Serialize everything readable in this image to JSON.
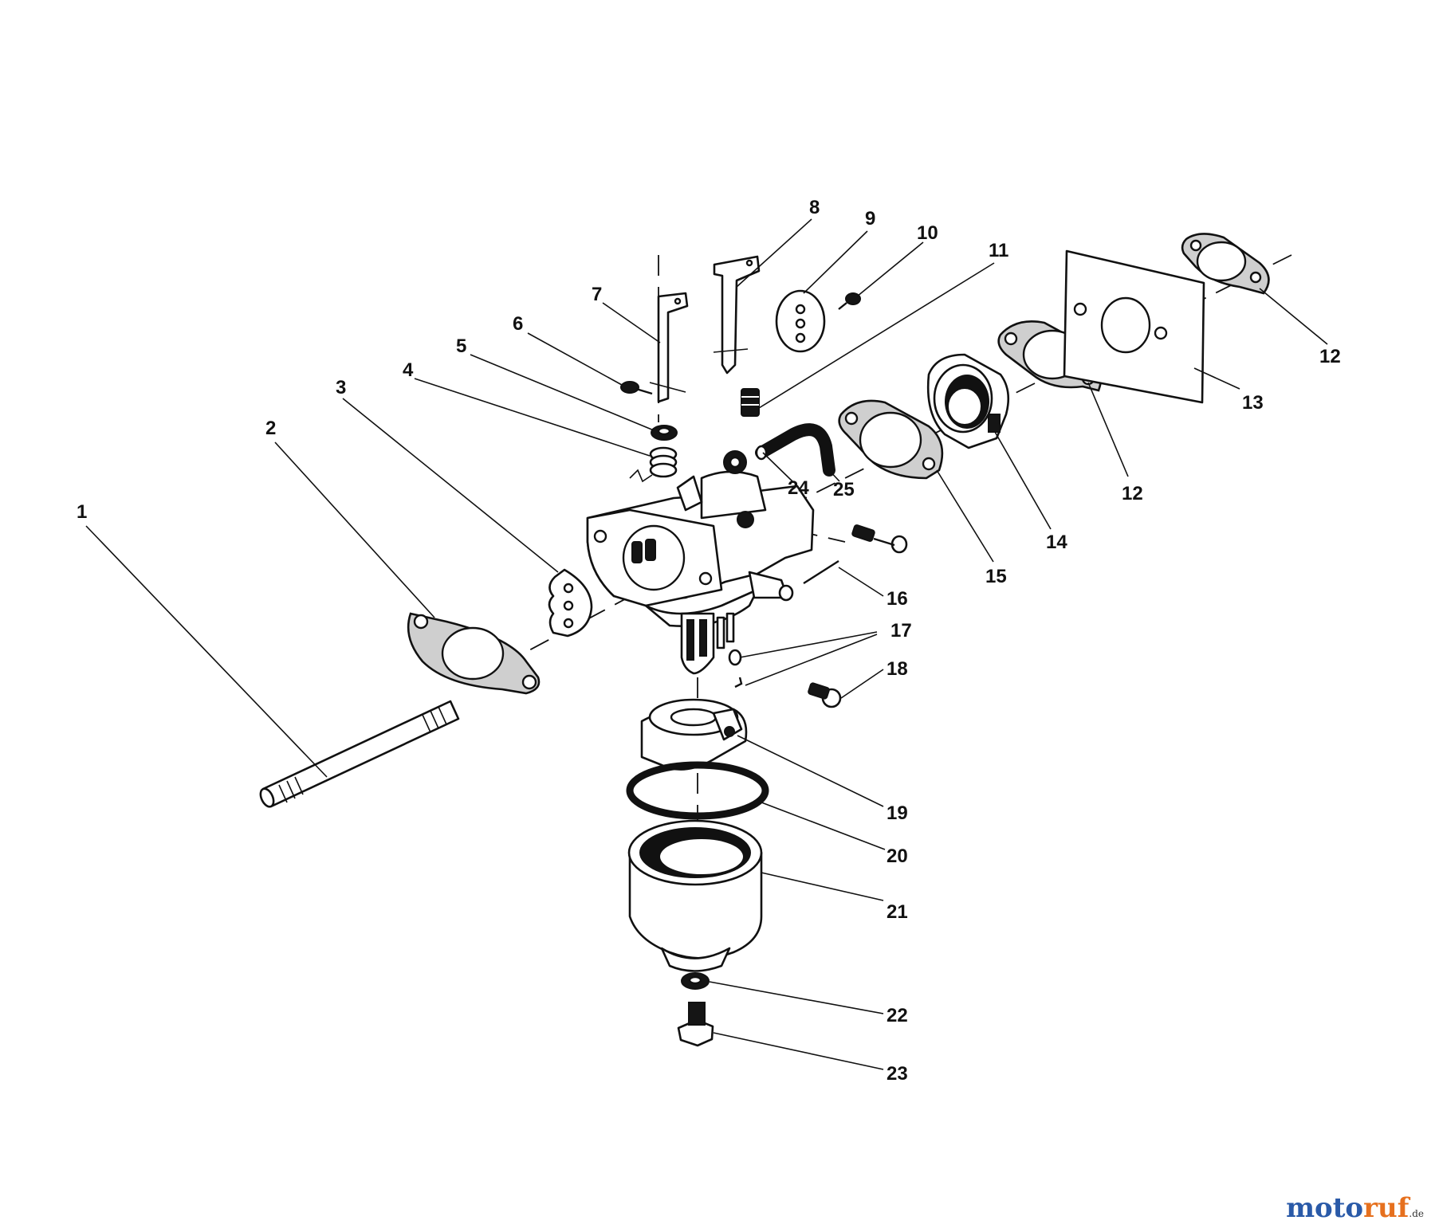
{
  "callouts": [
    "1",
    "2",
    "3",
    "4",
    "5",
    "6",
    "7",
    "8",
    "9",
    "10",
    "11",
    "12",
    "12",
    "13",
    "14",
    "15",
    "16",
    "17",
    "18",
    "19",
    "20",
    "21",
    "22",
    "23",
    "24",
    "25"
  ],
  "watermark": {
    "part1": "moto",
    "part2": "ruf",
    "suffix": ".de"
  },
  "colors": {
    "ink": "#111111",
    "brand_blue": "#2a5aa8",
    "brand_orange": "#e6701e"
  }
}
